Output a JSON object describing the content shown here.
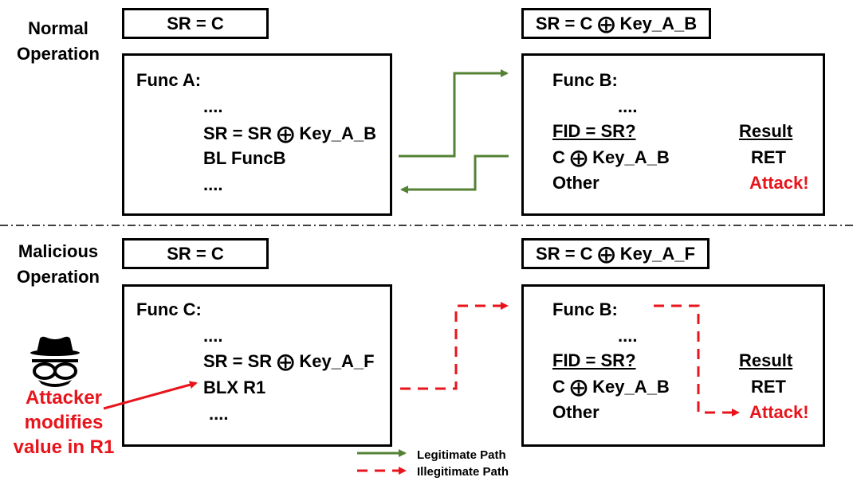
{
  "sections": {
    "normal": [
      "Normal",
      "Operation"
    ],
    "malicious": [
      "Malicious",
      "Operation"
    ]
  },
  "normal": {
    "sr_left": "SR = C",
    "sr_right": "SR = C ⨁ Key_A_B",
    "funcA": {
      "title": "Func A:",
      "lines": [
        "....",
        "SR = SR ⨁ Key_A_B",
        "BL FuncB",
        "...."
      ]
    },
    "funcB": {
      "title": "Func B:",
      "dots": "....",
      "fid_header": "FID = SR?",
      "result_header": "Result",
      "row1_fid": "C ⨁ Key_A_B",
      "row1_result": "RET",
      "row2_fid": "Other",
      "row2_result": "Attack!"
    }
  },
  "malicious": {
    "sr_left": "SR = C",
    "sr_right": "SR = C ⨁ Key_A_F",
    "funcC": {
      "title": "Func C:",
      "lines": [
        "....",
        "SR = SR ⨁ Key_A_F",
        "BLX R1",
        "...."
      ]
    },
    "funcB": {
      "title": "Func B:",
      "dots": "....",
      "fid_header": "FID = SR?",
      "result_header": "Result",
      "row1_fid": "C ⨁ Key_A_B",
      "row1_result": "RET",
      "row2_fid": "Other",
      "row2_result": "Attack!"
    },
    "attacker_label": [
      "Attacker",
      "modifies",
      "value in R1"
    ]
  },
  "legend": {
    "legit": "Legitimate Path",
    "illegit": "Illegitimate Path"
  },
  "colors": {
    "legit_path": "#548235",
    "illegit_path": "#e8141b",
    "attack_text": "#e8141b"
  },
  "icons": [
    "spy-icon"
  ]
}
